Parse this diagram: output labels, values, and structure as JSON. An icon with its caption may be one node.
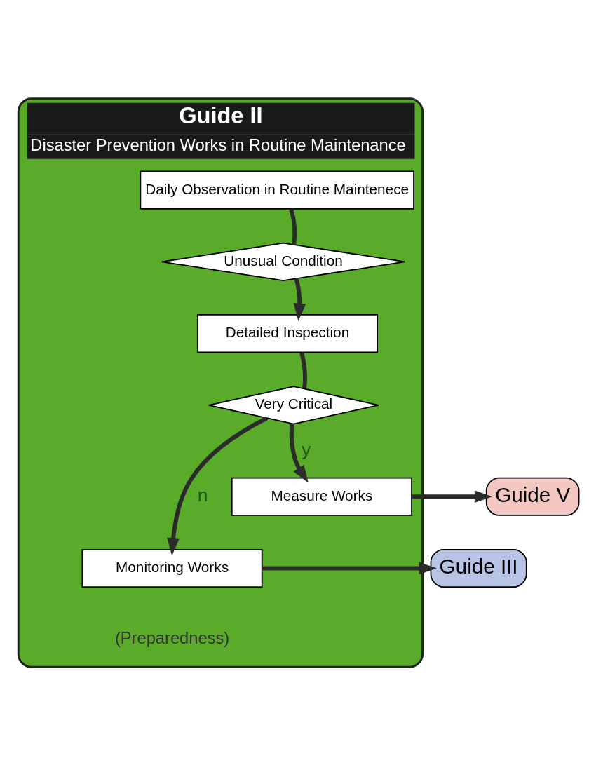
{
  "diagram": {
    "nodes": [
      {
        "text": [
          "Guide II",
          "Disaster Prevention Works in Routine Maintenance",
          "(Preparedness)"
        ]
      },
      {
        "text": [
          "Daily Observation in Routine Maintenece"
        ],
        "in": 0
      },
      {
        "text": [
          "Unusual Condition"
        ],
        "in": 0
      },
      {
        "text": [
          "Detailed Inspection"
        ],
        "in": 0
      },
      {
        "text": [
          "Very Critical"
        ],
        "in": 0
      },
      {
        "text": [
          "Measure Works"
        ],
        "in": 0
      },
      {
        "text": [
          "Monitoring Works"
        ],
        "in": 0
      },
      {
        "text": [
          "Guide V"
        ]
      },
      {
        "text": [
          "Guide III"
        ]
      }
    ],
    "edges": [
      {
        "from": 1,
        "to": 2,
        "arrow": "none"
      },
      {
        "from": 2,
        "to": 3,
        "arrow": "to"
      },
      {
        "from": 3,
        "to": 4,
        "arrow": "none"
      },
      {
        "from": 4,
        "to": 5,
        "arrow": "to",
        "label": "y"
      },
      {
        "from": 4,
        "to": 6,
        "arrow": "to",
        "label": "n"
      },
      {
        "from": 5,
        "to": 7,
        "arrow": "to"
      },
      {
        "from": 6,
        "to": 8,
        "arrow": "to"
      }
    ]
  }
}
